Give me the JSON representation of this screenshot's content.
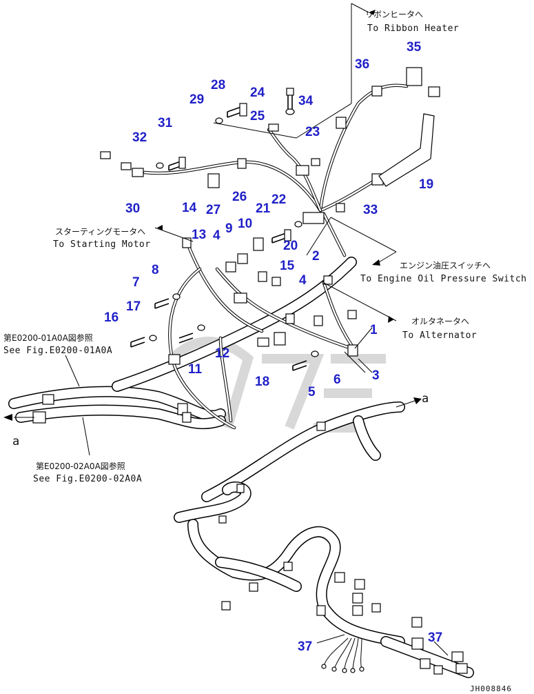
{
  "parts": [
    {
      "id": "1",
      "label": "1"
    },
    {
      "id": "2",
      "label": "2"
    },
    {
      "id": "3",
      "label": "3"
    },
    {
      "id": "4a",
      "label": "4"
    },
    {
      "id": "4b",
      "label": "4"
    },
    {
      "id": "5",
      "label": "5"
    },
    {
      "id": "6",
      "label": "6"
    },
    {
      "id": "7",
      "label": "7"
    },
    {
      "id": "8",
      "label": "8"
    },
    {
      "id": "9",
      "label": "9"
    },
    {
      "id": "10",
      "label": "10"
    },
    {
      "id": "11",
      "label": "11"
    },
    {
      "id": "12",
      "label": "12"
    },
    {
      "id": "13",
      "label": "13"
    },
    {
      "id": "14",
      "label": "14"
    },
    {
      "id": "15",
      "label": "15"
    },
    {
      "id": "16",
      "label": "16"
    },
    {
      "id": "17",
      "label": "17"
    },
    {
      "id": "18",
      "label": "18"
    },
    {
      "id": "19",
      "label": "19"
    },
    {
      "id": "20",
      "label": "20"
    },
    {
      "id": "21",
      "label": "21"
    },
    {
      "id": "22",
      "label": "22"
    },
    {
      "id": "23",
      "label": "23"
    },
    {
      "id": "24",
      "label": "24"
    },
    {
      "id": "25",
      "label": "25"
    },
    {
      "id": "26",
      "label": "26"
    },
    {
      "id": "27",
      "label": "27"
    },
    {
      "id": "28",
      "label": "28"
    },
    {
      "id": "29",
      "label": "29"
    },
    {
      "id": "30",
      "label": "30"
    },
    {
      "id": "31",
      "label": "31"
    },
    {
      "id": "32",
      "label": "32"
    },
    {
      "id": "33",
      "label": "33"
    },
    {
      "id": "34",
      "label": "34"
    },
    {
      "id": "35",
      "label": "35"
    },
    {
      "id": "36",
      "label": "36"
    },
    {
      "id": "37a",
      "label": "37"
    },
    {
      "id": "37b",
      "label": "37"
    }
  ],
  "callouts": {
    "ribbon_heater_jp": "リボンヒータへ",
    "ribbon_heater_en": "To Ribbon Heater",
    "starting_motor_jp": "スターティングモータへ",
    "starting_motor_en": "To Starting Motor",
    "oil_pressure_jp": "エンジン油圧スイッチへ",
    "oil_pressure_en": "To Engine Oil Pressure Switch",
    "alternator_jp": "オルタネータへ",
    "alternator_en": "To Alternator",
    "ref1_jp": "第E0200-01A0A図参照",
    "ref1_en": "See Fig.E0200-01A0A",
    "ref2_jp": "第E0200-02A0A図参照",
    "ref2_en": "See Fig.E0200-02A0A",
    "arrow_a_left": "a",
    "arrow_a_right": "a"
  },
  "drawing_code": "JH008846"
}
